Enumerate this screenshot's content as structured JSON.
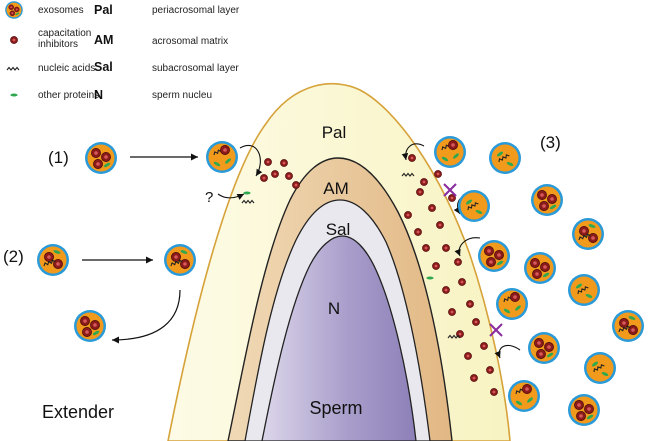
{
  "legend": {
    "items": [
      {
        "icon": "exosome-icon",
        "label": "exosomes"
      },
      {
        "icon": "inhibitor-icon",
        "label": "capacitation inhibitors"
      },
      {
        "icon": "nucleic-acid-icon",
        "label": "nucleic acids"
      },
      {
        "icon": "protein-icon",
        "label": "other proteins"
      }
    ],
    "abbreviations": [
      {
        "abbr": "Pal",
        "meaning": "periacrosomal layer"
      },
      {
        "abbr": "AM",
        "meaning": "acrosomal matrix"
      },
      {
        "abbr": "Sal",
        "meaning": "subacrosomal layer"
      },
      {
        "abbr": "N",
        "meaning": "sperm nucleu"
      }
    ]
  },
  "regions": {
    "pal": "Pal",
    "am": "AM",
    "sal": "Sal",
    "n": "N",
    "sperm": "Sperm",
    "extender": "Extender"
  },
  "steps": {
    "one": "(1)",
    "two": "(2)",
    "three": "(3)",
    "unknown": "?"
  },
  "colors": {
    "exosome_fill": "#f29a1c",
    "exosome_ring": "#2a9ad8",
    "inhibitor": "#8b1a1a",
    "protein": "#2fa84f",
    "pal": "#fbf8d3",
    "am": "#e8c79a",
    "sal": "#e6e6ec",
    "nucleus": "#a79cc8",
    "cross": "#8b2aa0"
  }
}
